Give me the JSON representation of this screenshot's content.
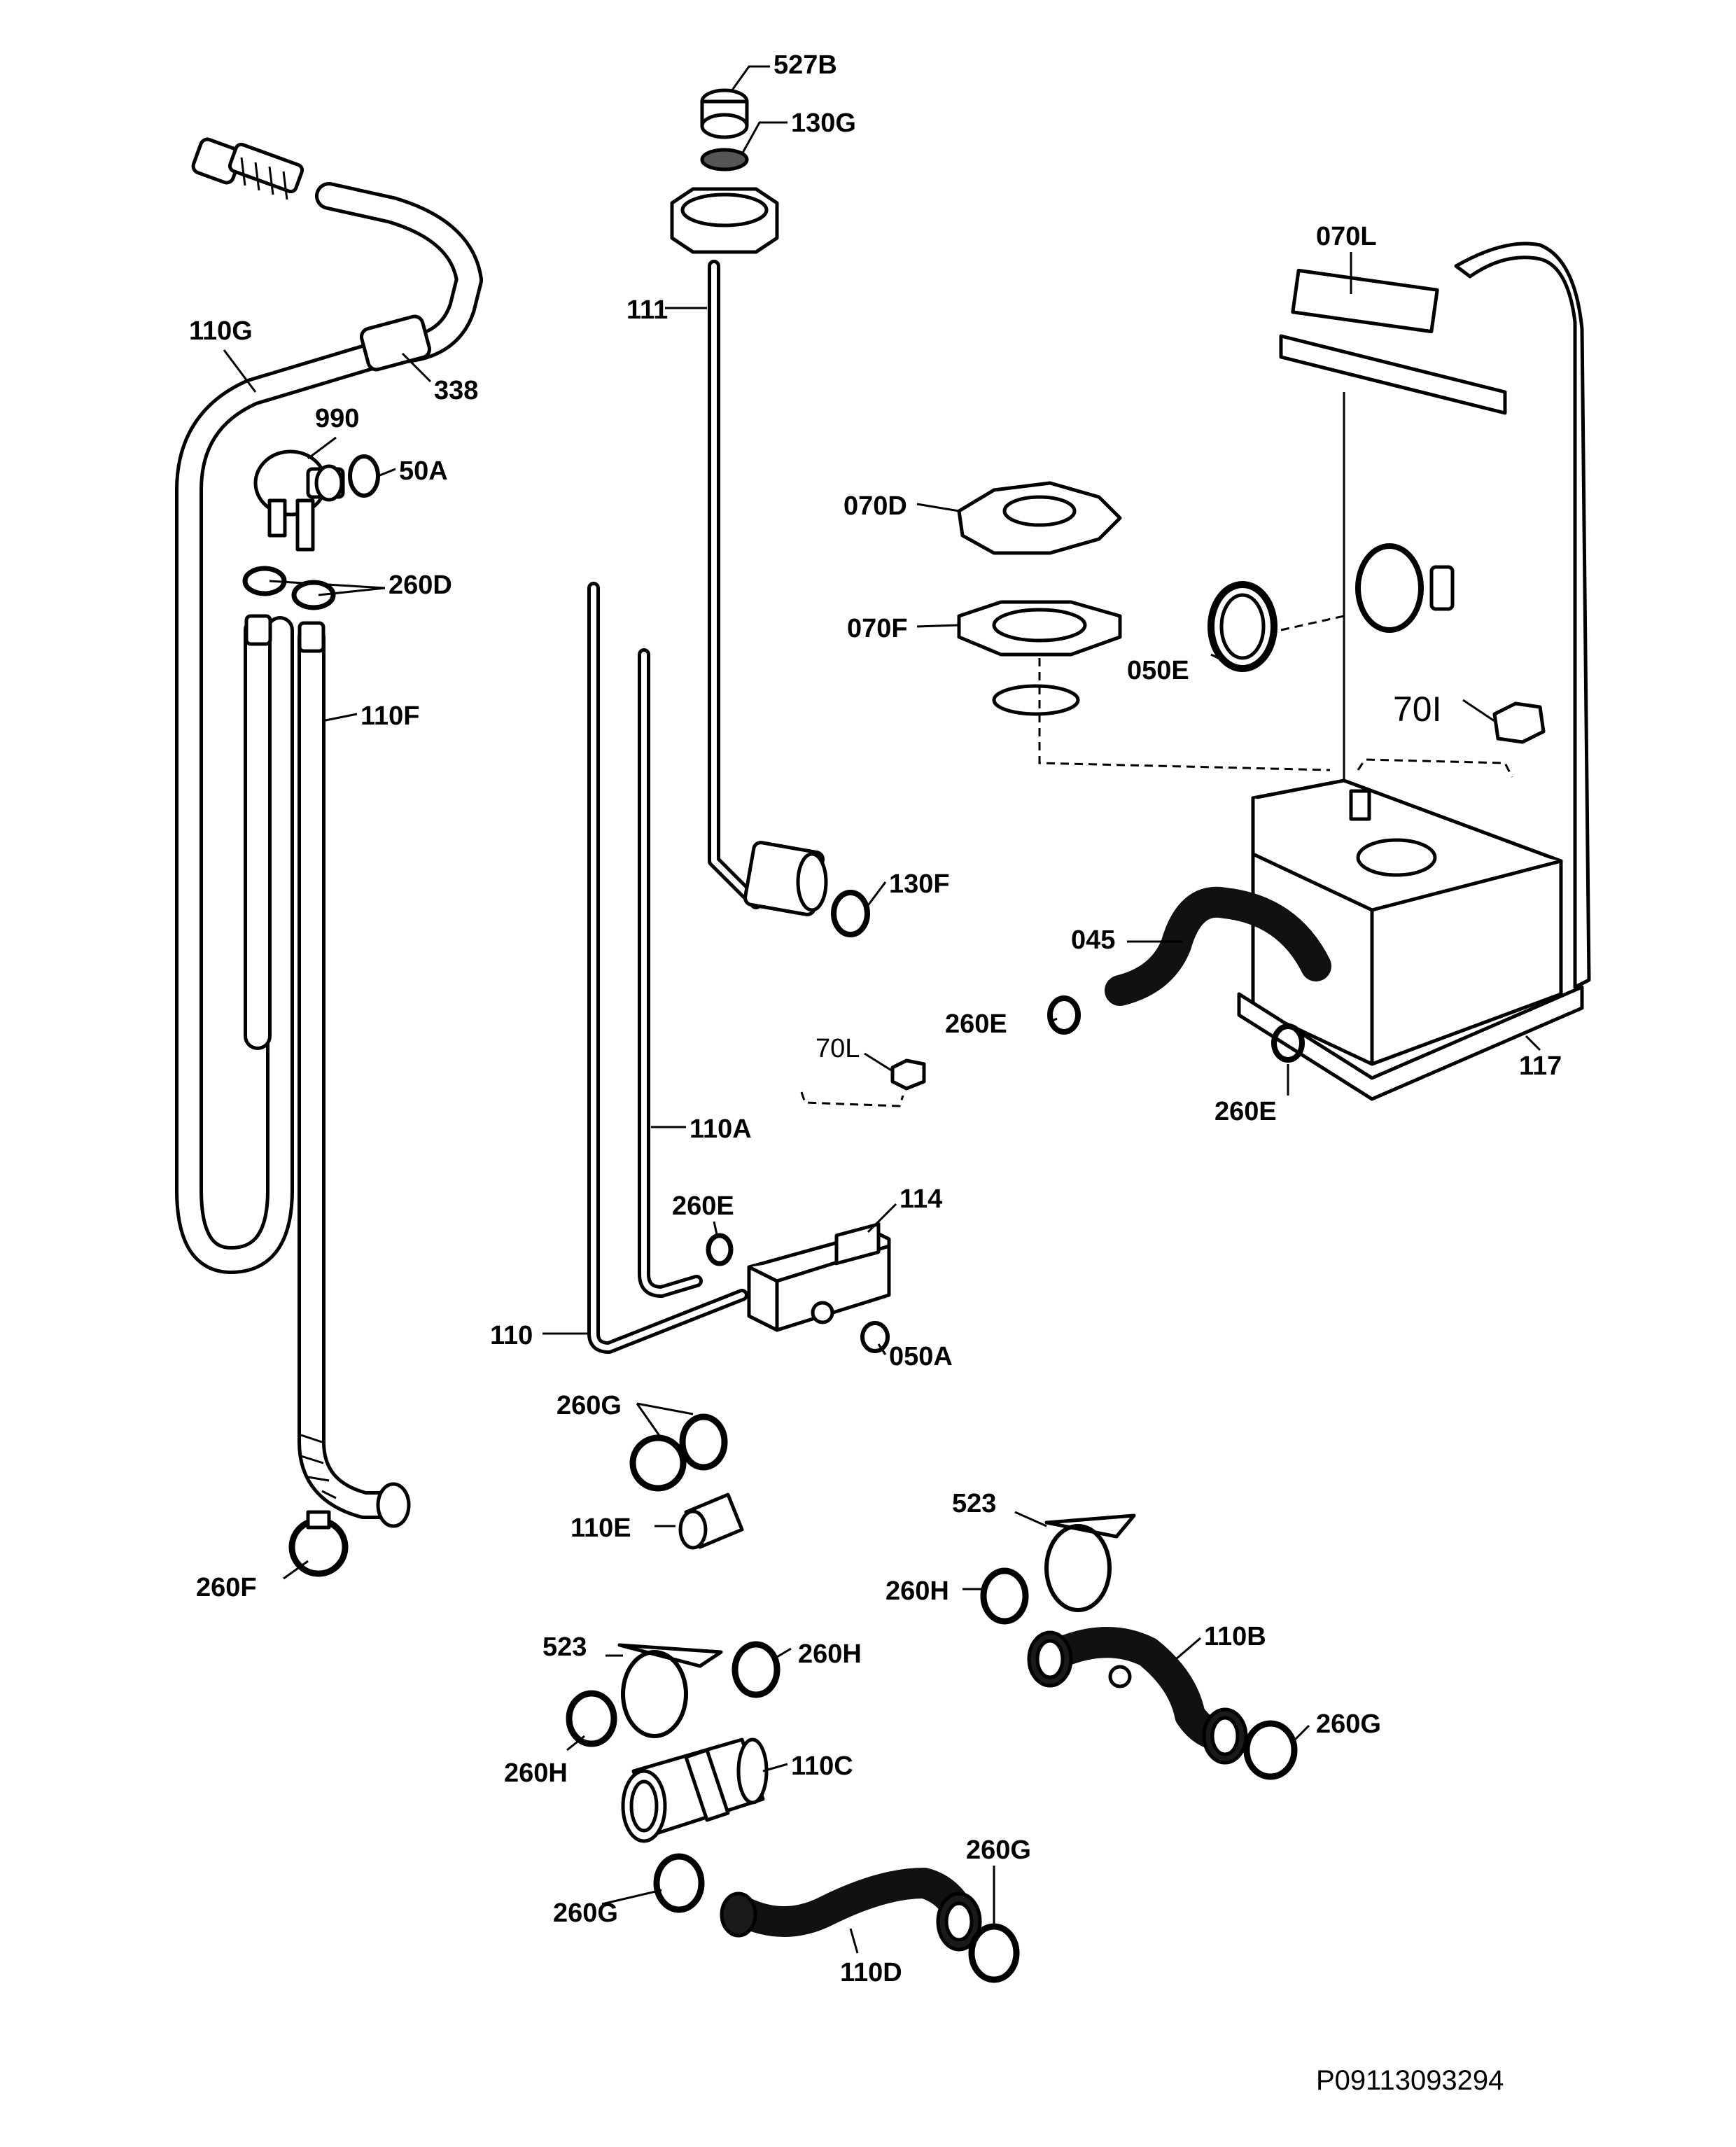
{
  "labels": {
    "p527b": "527B",
    "p130g": "130G",
    "p111": "111",
    "p070l_top": "070L",
    "p110g": "110G",
    "p338": "338",
    "p990": "990",
    "p50a": "50A",
    "p260d": "260D",
    "p110f": "110F",
    "p070d": "070D",
    "p070f": "070F",
    "p050e": "050E",
    "p70i": "70I",
    "p130f": "130F",
    "p045": "045",
    "p260e_1": "260E",
    "p70l": "70L",
    "p117": "117",
    "p260e_2": "260E",
    "p110a": "110A",
    "p260e_3": "260E",
    "p114": "114",
    "p110": "110",
    "p050a": "050A",
    "p260g_1": "260G",
    "p110e": "110E",
    "p260f": "260F",
    "p523_1": "523",
    "p260h_1": "260H",
    "p110b": "110B",
    "p260g_2": "260G",
    "p523_2": "523",
    "p260h_2": "260H",
    "p260h_3": "260H",
    "p110c": "110C",
    "p260g_3": "260G",
    "p260g_4": "260G",
    "p110d": "110D"
  },
  "drawing_code": "P09113093294"
}
